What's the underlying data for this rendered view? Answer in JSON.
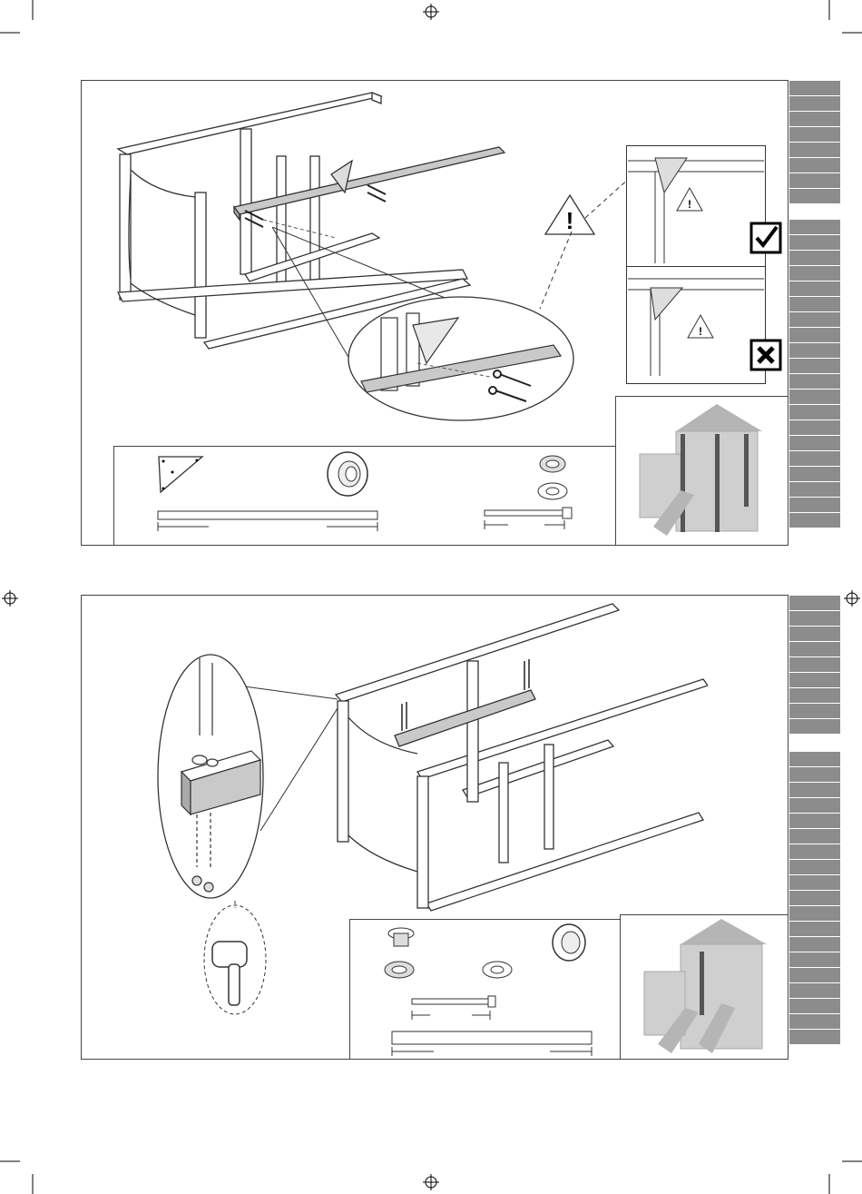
{
  "page": {
    "title": "",
    "text_labels": []
  },
  "steps": [
    {
      "id": "step-upper",
      "warning_symbol": "!",
      "correct_mark": "check-icon",
      "wrong_mark": "cross-icon",
      "parts": [
        "corner-plate-icon",
        "cap-washer-icon",
        "lock-washer-icon",
        "flat-washer-icon",
        "bolt-icon",
        "beam-icon"
      ]
    },
    {
      "id": "step-lower",
      "parts": [
        "tee-nut-icon",
        "cap-washer-icon",
        "lock-washer-icon",
        "flat-washer-icon",
        "bolt-icon",
        "beam-icon"
      ],
      "tool": "mallet-icon"
    }
  ],
  "side_tabs": {
    "upper_group_a": 8,
    "upper_group_b": 20,
    "lower_group_a": 9,
    "lower_group_b": 19
  },
  "colors": {
    "tab": "#8c8c8c",
    "line": "#333333",
    "highlight_beam": "#c9c9c9",
    "preview_tower": "#b5b5b5",
    "preview_post": "#555555"
  }
}
